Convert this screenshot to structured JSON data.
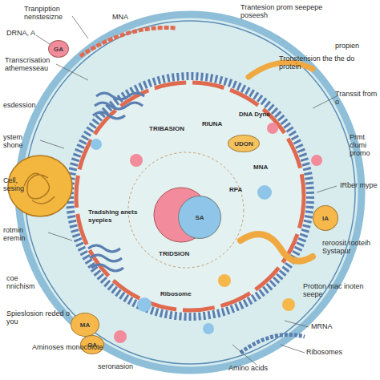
{
  "diagram": {
    "nodes": [
      {
        "text": [
          "GA"
        ]
      },
      {
        "text": [
          "UDON"
        ]
      },
      {
        "text": [
          "SA"
        ]
      },
      {
        "text": [
          "IA"
        ]
      },
      {
        "text": [
          "MA"
        ]
      },
      {
        "text": [
          "GA"
        ]
      }
    ],
    "labels": [
      "Tranpiption nenstesizne",
      "MNA",
      "Trantesion prom seepepe poseesh",
      "DRNA, A",
      "Transcrisation athemesseau",
      "esdession",
      "ystem shone",
      "Cell, sesing",
      "rotmin eremin",
      "coe nnichism",
      "Spieslosion reded o you",
      "Aminoses monocoiote",
      "seronasion",
      "Amino acids",
      "Ribosomes",
      "MRNA",
      "Protton mac inoten seepe",
      "reroosit rooteih Systapur",
      "IRber mype",
      "Prmt clumi promo",
      "Transsit from o",
      "Tronsterision the the do protein",
      "propien",
      "Ribosome",
      "TRIBASION",
      "TRIDSION",
      "Tradshing anets syepies",
      "RIUNA",
      "DNA Dyna",
      "MNA",
      "RPA"
    ]
  }
}
